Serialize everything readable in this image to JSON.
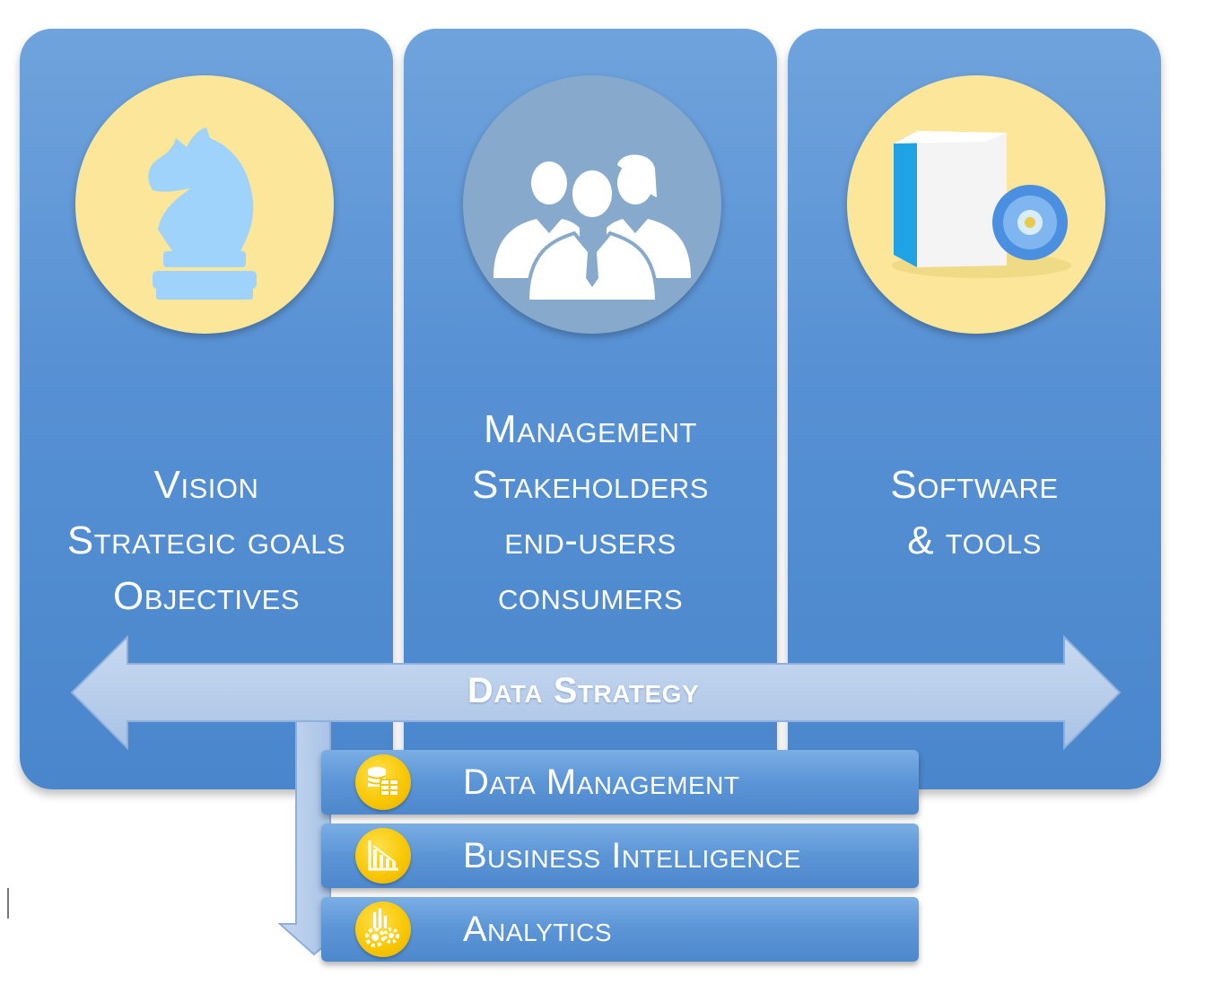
{
  "panels": [
    {
      "icon": "chess-knight-icon",
      "lines": [
        "Vision",
        "Strategic goals",
        "Objectives"
      ]
    },
    {
      "icon": "people-group-icon",
      "lines": [
        "Management",
        "Stakeholders",
        "end-users",
        "consumers"
      ]
    },
    {
      "icon": "software-box-icon",
      "lines": [
        "Software",
        "& tools"
      ]
    }
  ],
  "arrow": {
    "label": "Data Strategy"
  },
  "bars": [
    {
      "icon": "database-icon",
      "label": "Data Management"
    },
    {
      "icon": "bar-chart-icon",
      "label": "Business Intelligence"
    },
    {
      "icon": "gears-chart-icon",
      "label": "Analytics"
    }
  ],
  "colors": {
    "panel": "#5791d4",
    "yellow_circle": "#fbe69a",
    "gray_circle": "#87a9cb",
    "icon_yellow": "#f8c600",
    "arrow": "#b5cdea"
  }
}
